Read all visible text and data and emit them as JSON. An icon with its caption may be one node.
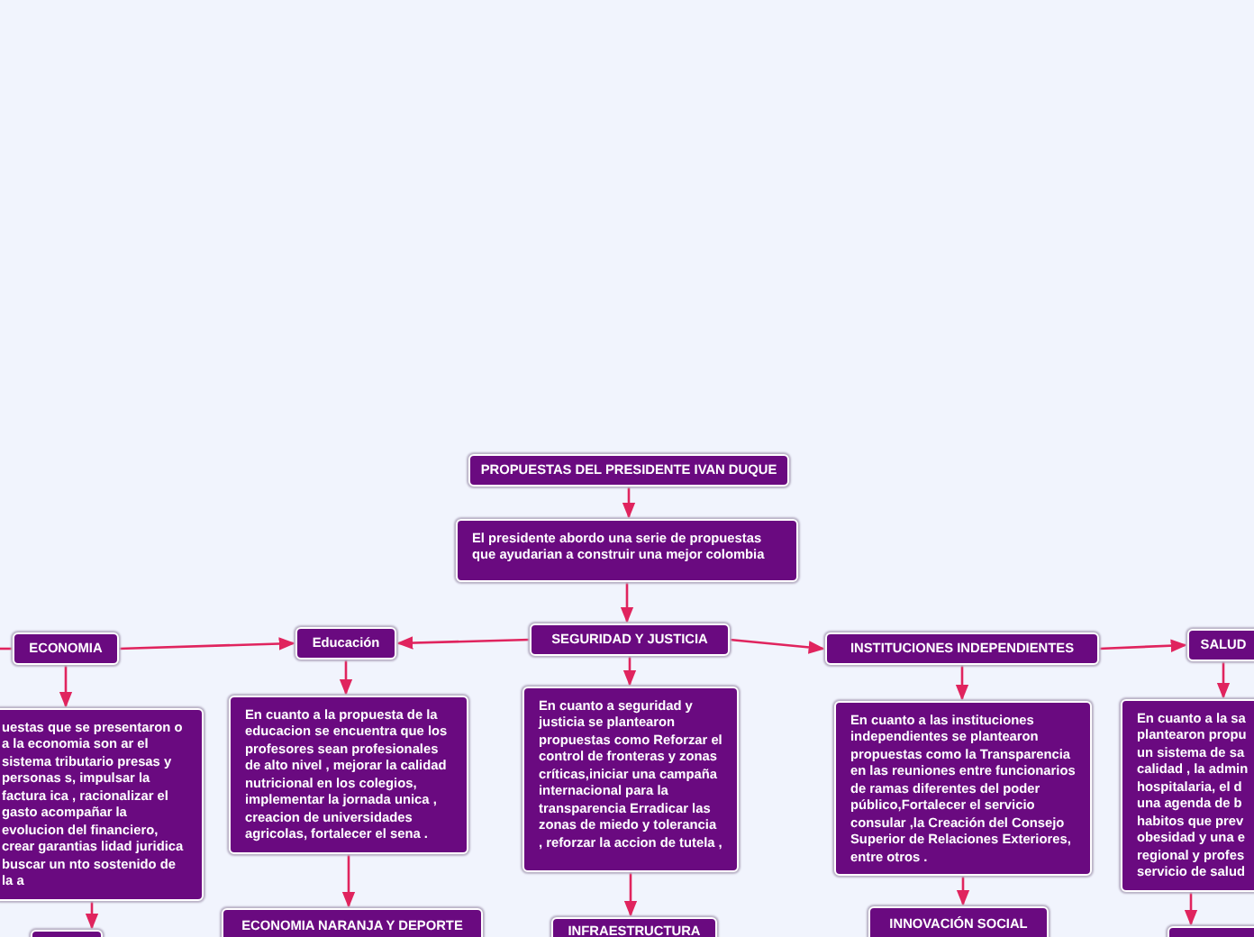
{
  "diagram": {
    "nodes": [
      {
        "text": [
          "PROPUESTAS DEL PRESIDENTE IVAN DUQUE"
        ]
      },
      {
        "text": [
          "El presidente abordo una serie de propuestas que ayudarian a construir una mejor colombia"
        ]
      },
      {
        "text": [
          "SEGURIDAD Y JUSTICIA"
        ]
      },
      {
        "text": [
          "Educación"
        ]
      },
      {
        "text": [
          "ECONOMIA"
        ]
      },
      {
        "text": [
          "INSTITUCIONES INDEPENDIENTES"
        ]
      },
      {
        "text": [
          "SALUD"
        ]
      },
      {
        "text": [
          "uestas que se presentaron o a la economia son ar  el sistema tributario presas y personas s, impulsar la factura ica , racionalizar el gasto acompañar la evolucion del financiero, crear garantias lidad juridica buscar un nto sostenido de la a"
        ]
      },
      {
        "text": [
          "En cuanto a la propuesta de la educacion se encuentra que los profesores sean profesionales de alto nivel , mejorar la calidad nutricional en los colegios, implementar la jornada unica , creacion de universidades agricolas, fortalecer el sena ."
        ]
      },
      {
        "text": [
          "En cuanto a seguridad y justicia se plantearon propuestas como Reforzar el control de fronteras y zonas críticas,iniciar una campaña internacional para la transparencia Erradicar las zonas de miedo y tolerancia , reforzar la accion de tutela ,"
        ]
      },
      {
        "text": [
          "En cuanto a las instituciones independientes se plantearon propuestas como la Transparencia en las reuniones entre funcionarios de ramas diferentes del poder público,Fortalecer el servicio consular ,la Creación del Consejo Superior de Relaciones Exteriores, entre otros ."
        ]
      },
      {
        "text": [
          "En cuanto a la sa plantearon propu un sistema de sa calidad , la admin hospitalaria, el d una agenda de b habitos que prev obesidad y una e regional y profes servicio de salud"
        ]
      },
      {
        "text": [],
        "shape": "box"
      },
      {
        "text": [
          "ECONOMIA NARANJA Y DEPORTE"
        ]
      },
      {
        "text": [
          "INFRAESTRUCTURA"
        ]
      },
      {
        "text": [
          "INNOVACIÓN SOCIAL"
        ]
      },
      {
        "text": [],
        "shape": "box"
      }
    ],
    "edges": [
      {
        "from": 0,
        "to": 1,
        "arrow": "to"
      },
      {
        "from": 1,
        "to": 2,
        "arrow": "to"
      },
      {
        "from": 2,
        "to": 3,
        "arrow": "to"
      },
      {
        "from": 4,
        "to": 3,
        "arrow": "to"
      },
      {
        "from": 2,
        "to": 5,
        "arrow": "to"
      },
      {
        "from": 5,
        "to": 6,
        "arrow": "to"
      },
      {
        "from": null,
        "to": 4,
        "arrow": "none"
      },
      {
        "from": 4,
        "to": 7,
        "arrow": "to"
      },
      {
        "from": 3,
        "to": 8,
        "arrow": "to"
      },
      {
        "from": 2,
        "to": 9,
        "arrow": "to"
      },
      {
        "from": 5,
        "to": 10,
        "arrow": "to"
      },
      {
        "from": 6,
        "to": 11,
        "arrow": "to"
      },
      {
        "from": 7,
        "to": 12,
        "arrow": "to"
      },
      {
        "from": 8,
        "to": 13,
        "arrow": "to"
      },
      {
        "from": 9,
        "to": 14,
        "arrow": "to"
      },
      {
        "from": 10,
        "to": 15,
        "arrow": "to"
      },
      {
        "from": 11,
        "to": 16,
        "arrow": "to"
      }
    ]
  }
}
